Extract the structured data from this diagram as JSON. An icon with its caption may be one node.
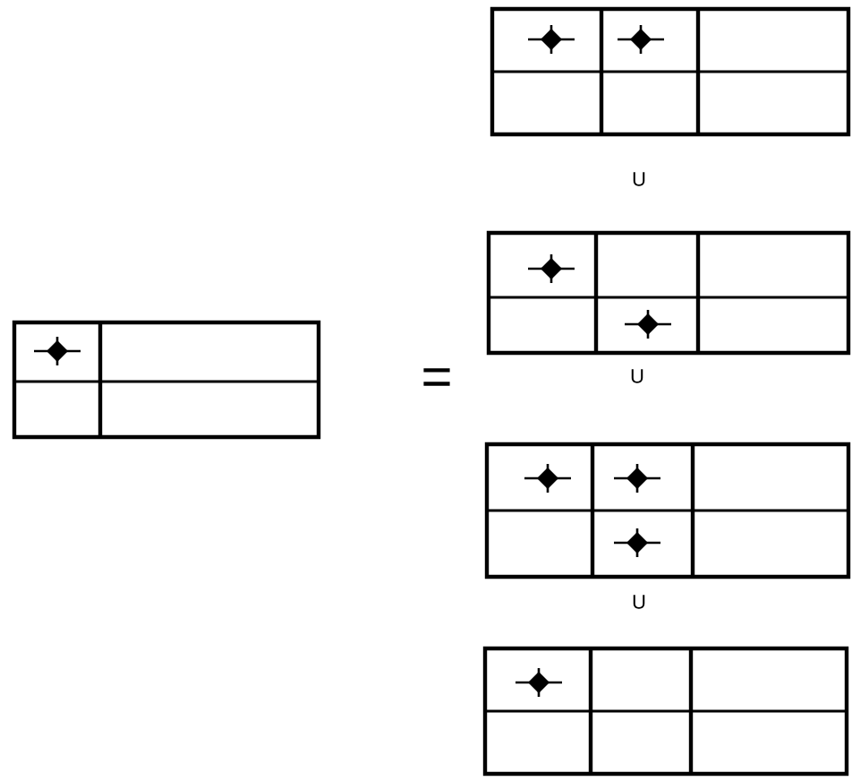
{
  "diagram": {
    "labels": [
      "=",
      "U",
      "U",
      "U"
    ]
  }
}
